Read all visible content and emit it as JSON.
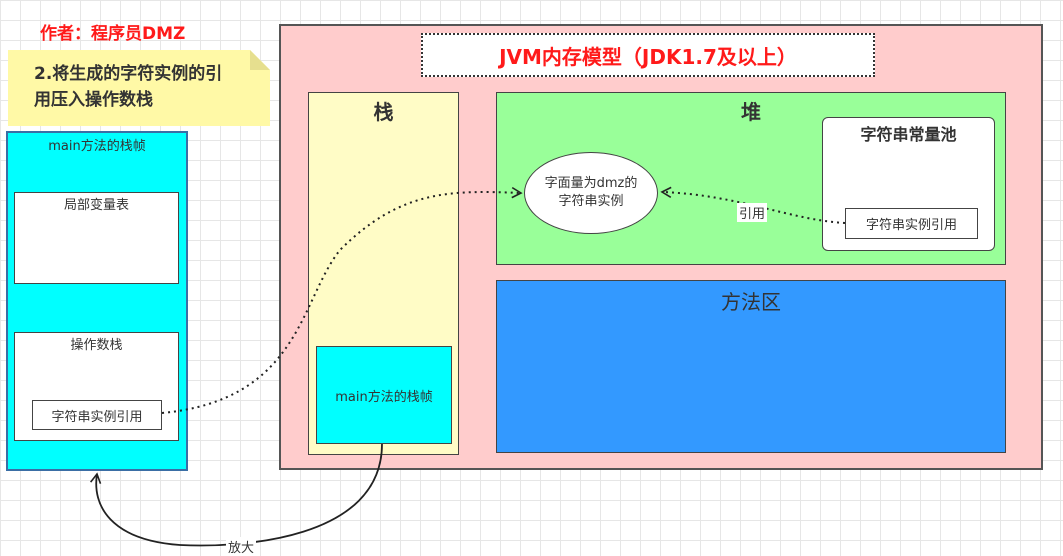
{
  "author": "作者：程序员DMZ",
  "note": {
    "line1": "2.将生成的字符实例的引",
    "line2": "用压入操作数栈"
  },
  "left_frame": {
    "title": "main方法的栈帧",
    "local_vars": "局部变量表",
    "operand_stack": "操作数栈",
    "ref": "字符串实例引用"
  },
  "jvm": {
    "title": "JVM内存模型（JDK1.7及以上）",
    "stack": {
      "label": "栈",
      "frame": "main方法的栈帧"
    },
    "heap": {
      "label": "堆",
      "literal_line1": "字面量为dmz的",
      "literal_line2": "字符串实例",
      "pool": {
        "label": "字符串常量池",
        "ref": "字符串实例引用"
      },
      "ref_label": "引用"
    },
    "method_area": "方法区"
  },
  "zoom_label": "放大"
}
